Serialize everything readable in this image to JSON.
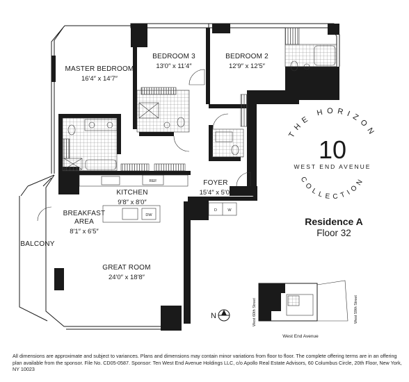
{
  "rooms": {
    "master_bedroom": {
      "name": "MASTER BEDROOM",
      "dims": "16′4″ x 14′7″"
    },
    "bedroom3": {
      "name": "BEDROOM 3",
      "dims": "13′0″ x 11′4″"
    },
    "bedroom2": {
      "name": "BEDROOM 2",
      "dims": "12′9″ x 12′5″"
    },
    "kitchen": {
      "name": "KITCHEN",
      "dims": "9′8″ x 8′0″"
    },
    "breakfast": {
      "name_line1": "BREAKFAST",
      "name_line2": "AREA",
      "dims": "8′1″ x 6′5″"
    },
    "foyer": {
      "name": "FOYER",
      "dims": "15′4″ x 5′0″"
    },
    "great_room": {
      "name": "GREAT ROOM",
      "dims": "24′0″ x 18′8″"
    },
    "balcony": {
      "name": "BALCONY"
    }
  },
  "appliances": {
    "ref": "REF",
    "dw_kitchen": "DW",
    "washer_d": "D",
    "washer_w": "W"
  },
  "logo": {
    "arc_top": "THE HORIZON",
    "number": "10",
    "middle": "WEST END AVENUE",
    "arc_bottom": "COLLECTION"
  },
  "residence": {
    "title": "Residence A",
    "floor": "Floor 32"
  },
  "compass": {
    "letter": "N"
  },
  "keyplan": {
    "street_left": "West 60th Street",
    "street_right": "West 59th Street",
    "street_bottom": "West End Avenue"
  },
  "disclaimer": "All dimensions are approximate and subject to variances. Plans and dimensions may contain minor variations from floor to floor. The complete offering terms are in an offering plan available from the sponsor. File No. CD05-0587. Sponsor: Ten West End Avenue Holdings LLC, c/o Apollo Real Estate Advisors, 60 Columbus Circle, 20th Floor, New York, NY 10023",
  "colors": {
    "ink": "#1a1a1a",
    "background": "#ffffff"
  }
}
